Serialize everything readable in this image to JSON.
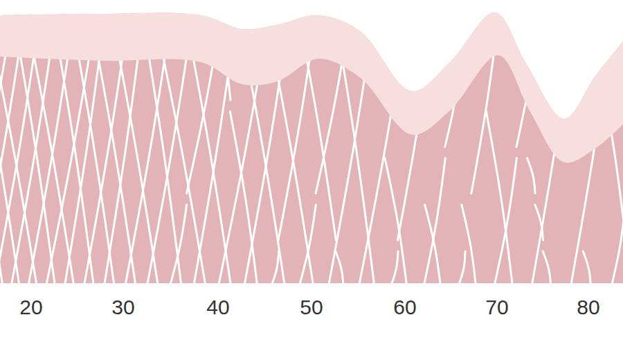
{
  "diagram": {
    "labels": [
      "20",
      "30",
      "40",
      "50",
      "60",
      "70",
      "80"
    ]
  }
}
